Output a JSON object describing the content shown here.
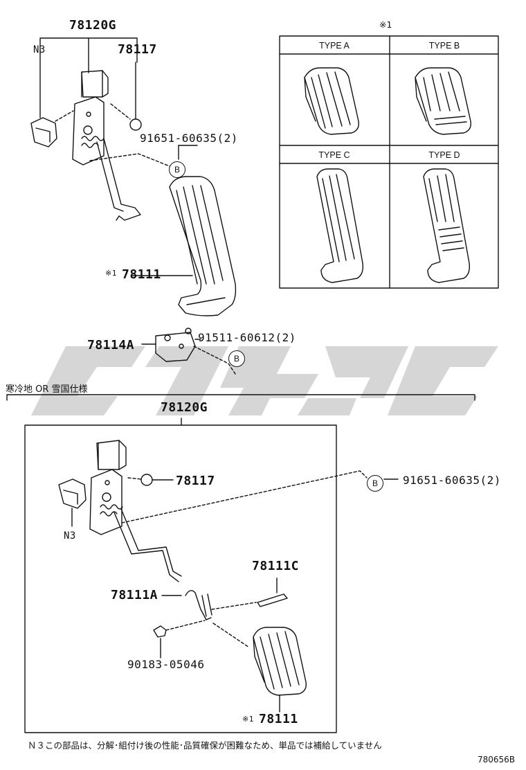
{
  "table": {
    "marker": "※1",
    "types": [
      "TYPE A",
      "TYPE B",
      "TYPE C",
      "TYPE D"
    ]
  },
  "labels": {
    "assy_top": "78120G",
    "n3_top": "N3",
    "spring_top": "78117",
    "bolt_top": "91651-60635(2)",
    "pad_marker_top": "※1",
    "pad_top": "78111",
    "bracket": "78114A",
    "bolt_bracket": "91511-60612(2)",
    "section_title": "寒冷地 OR 雪国仕様",
    "assy_bottom": "78120G",
    "spring_bottom": "78117",
    "n3_bottom": "N3",
    "bolt_bottom": "91651-60635(2)",
    "pin": "78111C",
    "spring_arm": "78111A",
    "nut": "90183-05046",
    "pad_marker_bottom": "※1",
    "pad_bottom": "78111",
    "circle_b": "B"
  },
  "footnote": "Ｎ３この部品は、分解･組付け後の性能･品質確保が困難なため、単品では補給していません",
  "diagram_code": "780656B",
  "colors": {
    "line": "#111111",
    "watermark": "#c8c8c8"
  }
}
